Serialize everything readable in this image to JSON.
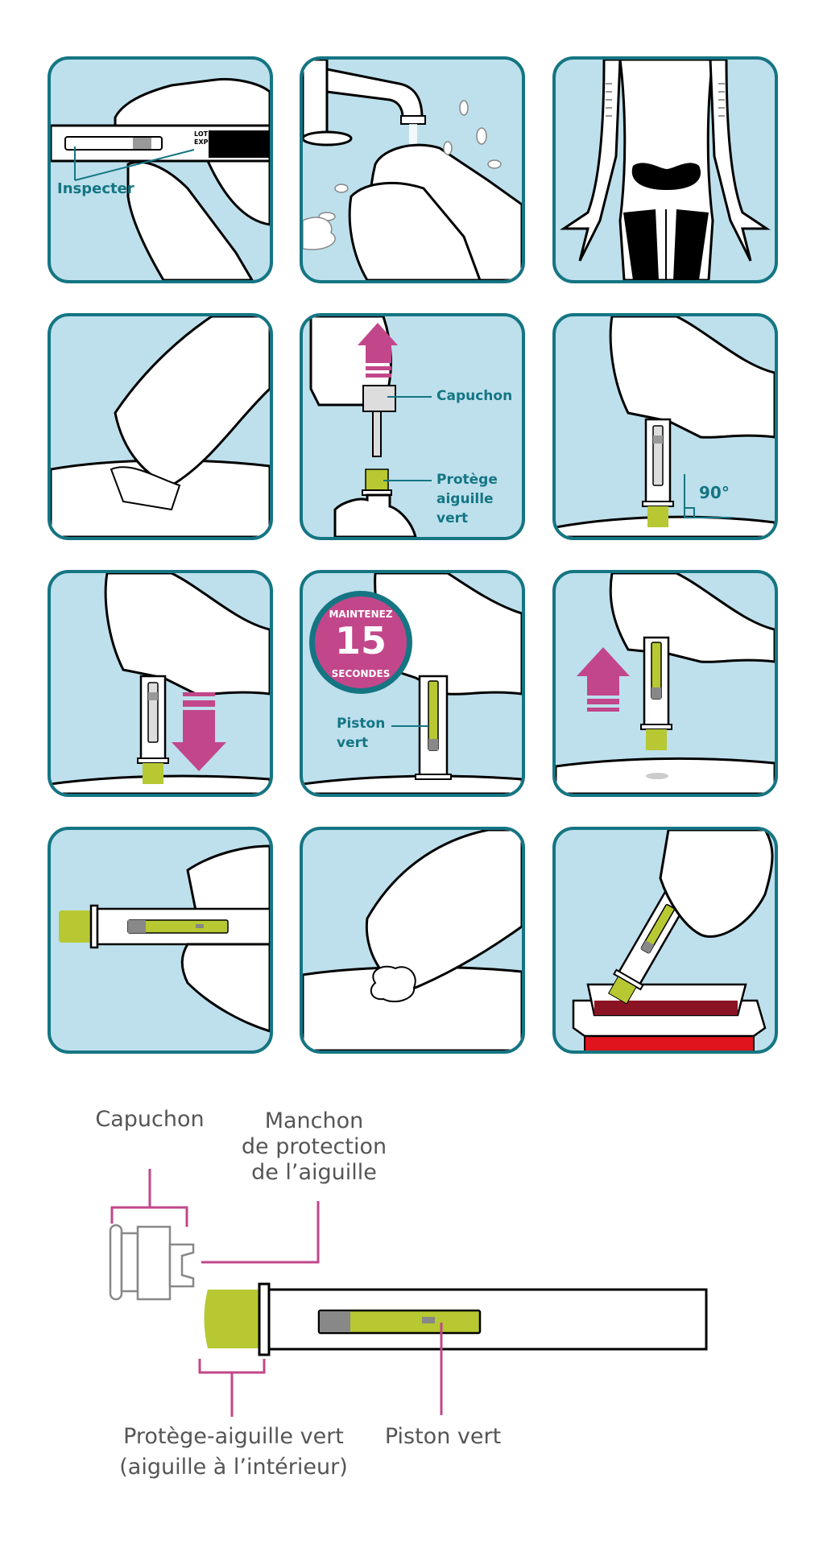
{
  "colors": {
    "panel_border": "#157583",
    "panel_fill": "#bde0ec",
    "accent_magenta": "#c2478a",
    "needle_green": "#b7c832",
    "label_teal": "#157583",
    "diagram_text": "#555555",
    "sharps_red": "#e0141c"
  },
  "steps": [
    {
      "id": 1,
      "scene": "inspect-pen",
      "labels": {
        "inspect": "Inspecter",
        "lot": "LOT",
        "exp": "EXP"
      }
    },
    {
      "id": 2,
      "scene": "wash-hands"
    },
    {
      "id": 3,
      "scene": "injection-sites"
    },
    {
      "id": 4,
      "scene": "clean-skin"
    },
    {
      "id": 5,
      "scene": "remove-cap",
      "labels": {
        "cap": "Capuchon",
        "guard": "Protège aiguille vert",
        "guard_lines": [
          "Protège",
          "aiguille",
          "vert"
        ]
      }
    },
    {
      "id": 6,
      "scene": "position-90",
      "labels": {
        "angle": "90°"
      }
    },
    {
      "id": 7,
      "scene": "press-down"
    },
    {
      "id": 8,
      "scene": "hold-15s",
      "labels": {
        "badge_top": "MAINTENEZ",
        "badge_number": "15",
        "badge_bottom": "SECONDES",
        "plunger": "Piston vert",
        "plunger_lines": [
          "Piston",
          "vert"
        ]
      }
    },
    {
      "id": 9,
      "scene": "lift-pen"
    },
    {
      "id": 10,
      "scene": "check-plunger"
    },
    {
      "id": 11,
      "scene": "cotton-ball"
    },
    {
      "id": 12,
      "scene": "sharps-disposal"
    }
  ],
  "diagram": {
    "labels": {
      "cap": "Capuchon",
      "sleeve_lines": [
        "Manchon",
        "de protection",
        "de l’aiguille"
      ],
      "guard_lines": [
        "Protège-aiguille vert",
        "(aiguille à l’intérieur)"
      ],
      "plunger": "Piston vert"
    }
  }
}
